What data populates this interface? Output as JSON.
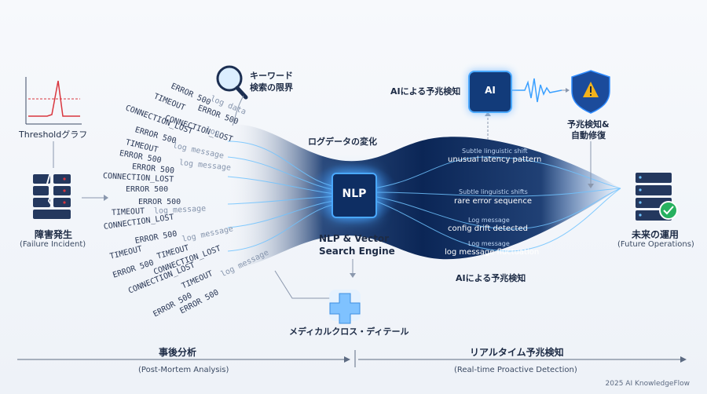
{
  "left": {
    "threshold_label": "Thresholdグラフ",
    "incident_title": "障害発生",
    "incident_sub": "(Failure Incident)"
  },
  "keyword": {
    "line1": "キーワード",
    "line2": "検索の限界"
  },
  "logs": {
    "error": "ERROR 500",
    "timeout": "TIMEOUT",
    "conn": "CONNECTION_LOST",
    "data": "log data",
    "message": "log message",
    "fragment": "log"
  },
  "center": {
    "change_label": "ログデータの変化",
    "chip_label": "NLP",
    "engine_line1": "NLP & Vector",
    "engine_line2": "Search Engine",
    "medical_label": "メディカルクロス・ディテール"
  },
  "right_stream": [
    {
      "small": "Subtle linguistic shift",
      "large": "unusual latency pattern"
    },
    {
      "small": "Subtle linguistic shifts",
      "large": "rare error sequence"
    },
    {
      "small": "Log message",
      "large": "config drift detected"
    },
    {
      "small": "Log message",
      "large": "log message fluctuation"
    }
  ],
  "top_right": {
    "ai_detect_label": "AIによる予兆検知",
    "ai_box_label": "AI",
    "alert_line1": "予兆検知&",
    "alert_line2": "自動修復"
  },
  "bottom_ai_label": "AIによる予兆検知",
  "future": {
    "title": "未来の運用",
    "sub": "(Future Operations)"
  },
  "timeline": {
    "left_title": "事後分析",
    "left_sub": "(Post-Mortem Analysis)",
    "right_title": "リアルタイム予兆検知",
    "right_sub": "(Real-time Proactive Detection)"
  },
  "footer": "2025 AI KnowledgeFlow",
  "colors": {
    "accent": "#2f8cff",
    "navy": "#0e2e63",
    "threshold": "#d9363e",
    "ok": "#27b15f",
    "warning": "#f2b21c"
  }
}
